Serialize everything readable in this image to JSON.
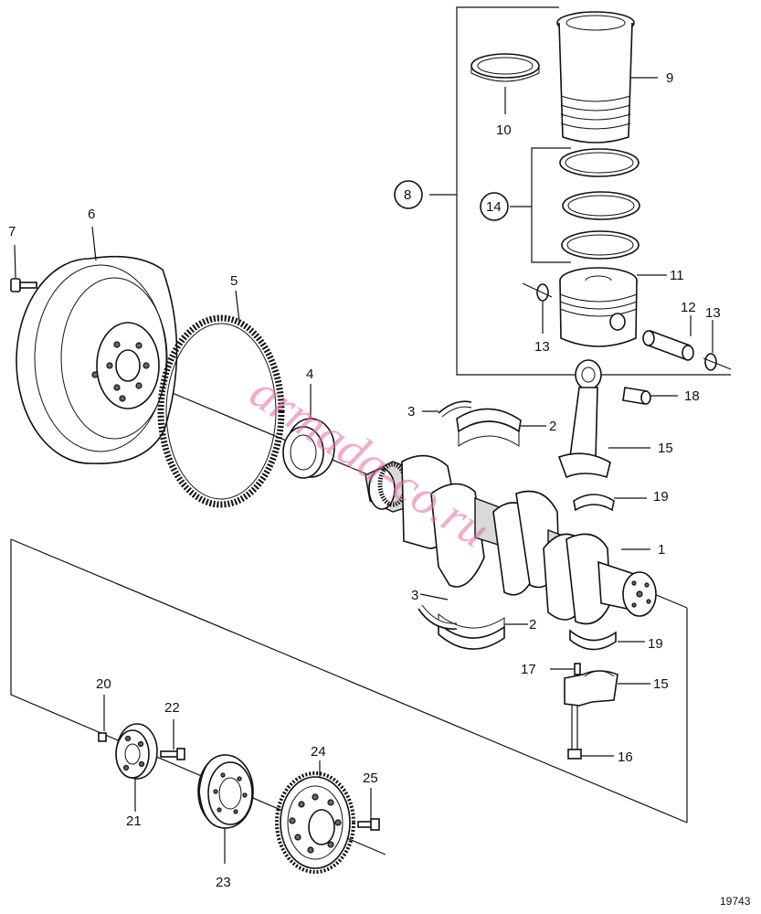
{
  "diagram": {
    "figure_number": "19743",
    "watermark": "armada-co.ru",
    "callouts": {
      "c1": "1",
      "c2a": "2",
      "c2b": "2",
      "c3a": "3",
      "c3b": "3",
      "c4": "4",
      "c5": "5",
      "c6": "6",
      "c7": "7",
      "c8": "8",
      "c9": "9",
      "c10": "10",
      "c11": "11",
      "c12": "12",
      "c13a": "13",
      "c13b": "13",
      "c14": "14",
      "c15a": "15",
      "c15b": "15",
      "c16": "16",
      "c17": "17",
      "c18": "18",
      "c19a": "19",
      "c19b": "19",
      "c20": "20",
      "c21": "21",
      "c22": "22",
      "c23": "23",
      "c24": "24",
      "c25": "25"
    }
  }
}
